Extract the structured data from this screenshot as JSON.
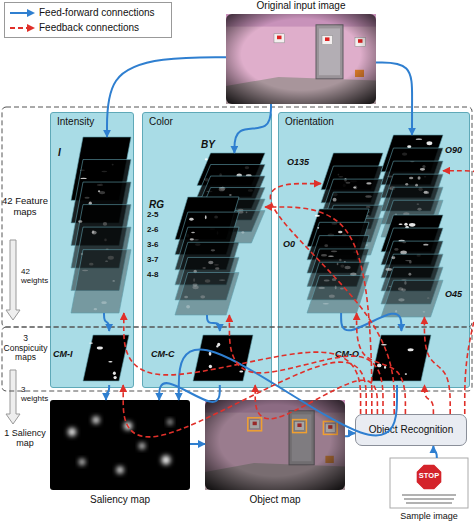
{
  "diagram": {
    "nodes": [
      {
        "text": [
          "Original input image"
        ]
      },
      {
        "text": [
          "Intensity"
        ]
      },
      {
        "text": [
          "I"
        ],
        "in": 1
      },
      {
        "text": [
          "Color"
        ]
      },
      {
        "text": [
          "BY"
        ],
        "in": 3
      },
      {
        "text": [
          "RG"
        ],
        "in": 3
      },
      {
        "text": [
          "Orientation"
        ]
      },
      {
        "text": [
          "O135"
        ],
        "in": 6
      },
      {
        "text": [
          "O90"
        ],
        "in": 6
      },
      {
        "text": [
          "O0"
        ],
        "in": 6
      },
      {
        "text": [
          "O45"
        ],
        "in": 6
      },
      {
        "text": [
          "CM-I"
        ],
        "in": 1
      },
      {
        "text": [
          "CM-C"
        ],
        "in": 3
      },
      {
        "text": [
          "CM-O"
        ],
        "in": 6
      },
      {
        "text": [
          "Saliency map"
        ]
      },
      {
        "text": [
          "Object map"
        ]
      },
      {
        "text": [
          "Object Recognition"
        ]
      },
      {
        "text": [
          "STOP",
          "Sample image"
        ]
      }
    ],
    "edges": [
      {
        "from": 0,
        "to": 2,
        "arrow": "to"
      },
      {
        "from": 0,
        "to": 4,
        "arrow": "to"
      },
      {
        "from": 0,
        "to": 8,
        "arrow": "to"
      },
      {
        "from": 2,
        "to": 11,
        "arrow": "to"
      },
      {
        "from": 5,
        "to": 12,
        "arrow": "to"
      },
      {
        "from": 9,
        "to": 13,
        "arrow": "to"
      },
      {
        "from": 11,
        "to": 14,
        "arrow": "to"
      },
      {
        "from": 12,
        "to": 14,
        "arrow": "to"
      },
      {
        "from": 13,
        "to": 14,
        "arrow": "to"
      },
      {
        "from": 14,
        "to": 15,
        "arrow": "to"
      },
      {
        "from": 15,
        "to": 16,
        "arrow": "to"
      },
      {
        "from": 17,
        "to": 16,
        "arrow": "to"
      },
      {
        "from": 16,
        "to": 2,
        "arrow": "to"
      },
      {
        "from": 16,
        "to": 4,
        "arrow": "to"
      },
      {
        "from": 16,
        "to": 5,
        "arrow": "to"
      },
      {
        "from": 16,
        "to": 7,
        "arrow": "to"
      },
      {
        "from": 16,
        "to": 8,
        "arrow": "to"
      },
      {
        "from": 16,
        "to": 9,
        "arrow": "to"
      },
      {
        "from": 16,
        "to": 10,
        "arrow": "to"
      },
      {
        "from": 16,
        "to": 11,
        "arrow": "to"
      },
      {
        "from": 16,
        "to": 12,
        "arrow": "to"
      },
      {
        "from": 16,
        "to": 13,
        "arrow": "to"
      }
    ],
    "labels": [
      "42 Feature maps",
      "42 weights",
      "3 Conspicuity maps",
      "3 weights",
      "1 Saliency map",
      "2-5",
      "2-6",
      "3-6",
      "3-7",
      "4-8"
    ],
    "legend": [
      {
        "text": "Feed-forward connections"
      },
      {
        "text": "Feedback connections"
      }
    ]
  }
}
